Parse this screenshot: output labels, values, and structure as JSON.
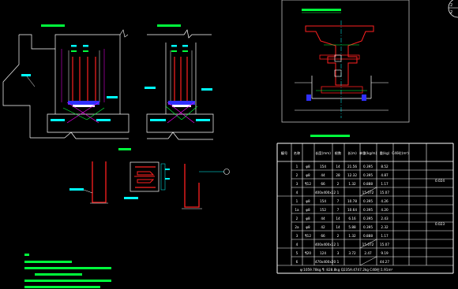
{
  "colors": {
    "background": "#000000",
    "line_white": "#ffffff",
    "line_red": "#ff2020",
    "line_green": "#00ff3c",
    "line_cyan": "#00ffff",
    "line_magenta": "#ff00ff",
    "line_blue": "#3030ff",
    "line_yellow": "#ffff00",
    "frame_gray": "#bdbdbd"
  },
  "sheet_number": {
    "top": "2",
    "bottom": "2"
  },
  "table": {
    "header": [
      "编号",
      "名称",
      "φ",
      "长度(mm)",
      "根数",
      "长(m)",
      "单重(kg/m)",
      "重(kg)",
      "C40砼(m³)"
    ],
    "rows": [
      [
        "",
        "1",
        "φ8",
        "154",
        "14",
        "21.56",
        "0.395",
        "8.52",
        ""
      ],
      [
        "",
        "2",
        "φ8",
        "44",
        "28",
        "12.32",
        "0.395",
        "4.87",
        ""
      ],
      [
        "",
        "3",
        "¶12",
        "66",
        "2",
        "1.32",
        "0.888",
        "1.17",
        ""
      ],
      [
        "",
        "4",
        "400x400x12",
        "",
        "1",
        "",
        "15.072",
        "15.07",
        ""
      ],
      [
        "",
        "1",
        "φ8",
        "154",
        "7",
        "10.78",
        "0.395",
        "4.26",
        ""
      ],
      [
        "",
        "1a",
        "φ8",
        "152",
        "7",
        "10.64",
        "0.395",
        "4.20",
        ""
      ],
      [
        "",
        "2",
        "φ8",
        "44",
        "14",
        "6.16",
        "0.395",
        "2.43",
        ""
      ],
      [
        "",
        "2a",
        "φ8",
        "42",
        "14",
        "5.88",
        "0.395",
        "2.32",
        ""
      ],
      [
        "",
        "3",
        "¶12",
        "66",
        "2",
        "1.32",
        "0.888",
        "1.17",
        ""
      ],
      [
        "",
        "4",
        "400x400x12",
        "",
        "1",
        "",
        "15.072",
        "15.07",
        ""
      ],
      [
        "",
        "5",
        "¶20",
        "124",
        "3",
        "3.72",
        "2.47",
        "9.19",
        ""
      ],
      [
        "",
        "6",
        "470x400x20",
        "",
        "1",
        "",
        "",
        "44.27",
        ""
      ]
    ],
    "side_values": [
      "0.024",
      "0.023"
    ],
    "footer": "φ:1059.78kg ¶: 828.8kg   Q235A:4747.2kg   C40砼:1.91m³"
  },
  "notes": {
    "items": [
      "注",
      "1.",
      "2.",
      "3.",
      "4."
    ]
  }
}
